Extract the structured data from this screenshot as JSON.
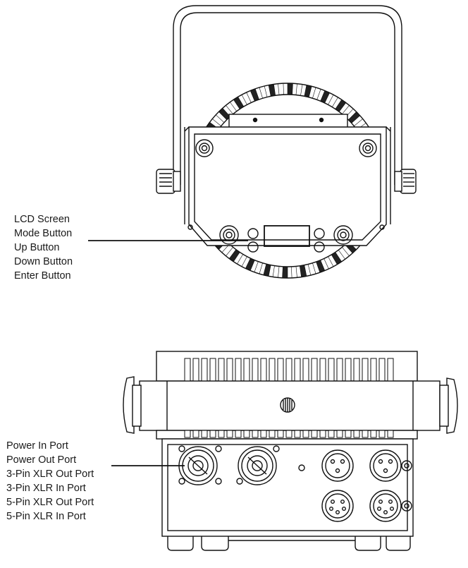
{
  "top_view": {
    "callouts": [
      "LCD Screen",
      "Mode Button",
      "Up Button",
      "Down Button",
      "Enter Button"
    ]
  },
  "bottom_view": {
    "callouts": [
      "Power In Port",
      "Power Out Port",
      "3-Pin XLR Out Port",
      "3-Pin XLR In Port",
      "5-Pin XLR Out Port",
      "5-Pin XLR In Port"
    ]
  }
}
